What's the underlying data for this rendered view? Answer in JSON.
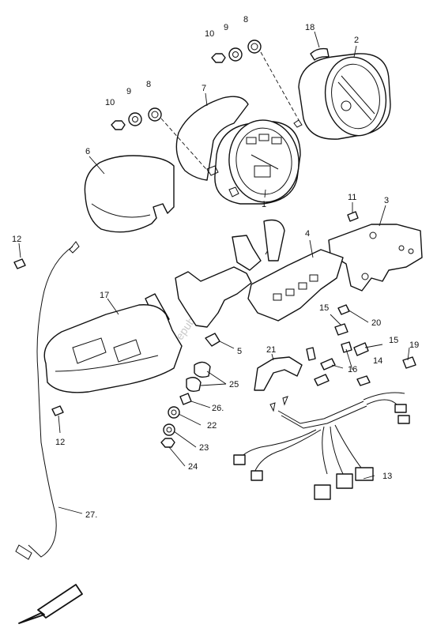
{
  "diagram": {
    "watermark": "Partsrepublik",
    "callouts": {
      "c1": "1",
      "c2": "2",
      "c3": "3",
      "c4": "4",
      "c5": "5",
      "c6": "6",
      "c7": "7",
      "c8a": "8",
      "c8b": "8",
      "c9a": "9",
      "c9b": "9",
      "c10a": "10",
      "c10b": "10",
      "c11": "11",
      "c12a": "12",
      "c12b": "12",
      "c13": "13",
      "c14": "14",
      "c15a": "15",
      "c15b": "15",
      "c16": "16",
      "c17": "17",
      "c18": "18",
      "c19": "19",
      "c20": "20",
      "c21": "21",
      "c22": "22",
      "c23": "23",
      "c24": "24",
      "c25": "25",
      "c26": "26.",
      "c27": "27."
    },
    "front_arrow_icon": "front-direction-arrow-icon"
  }
}
